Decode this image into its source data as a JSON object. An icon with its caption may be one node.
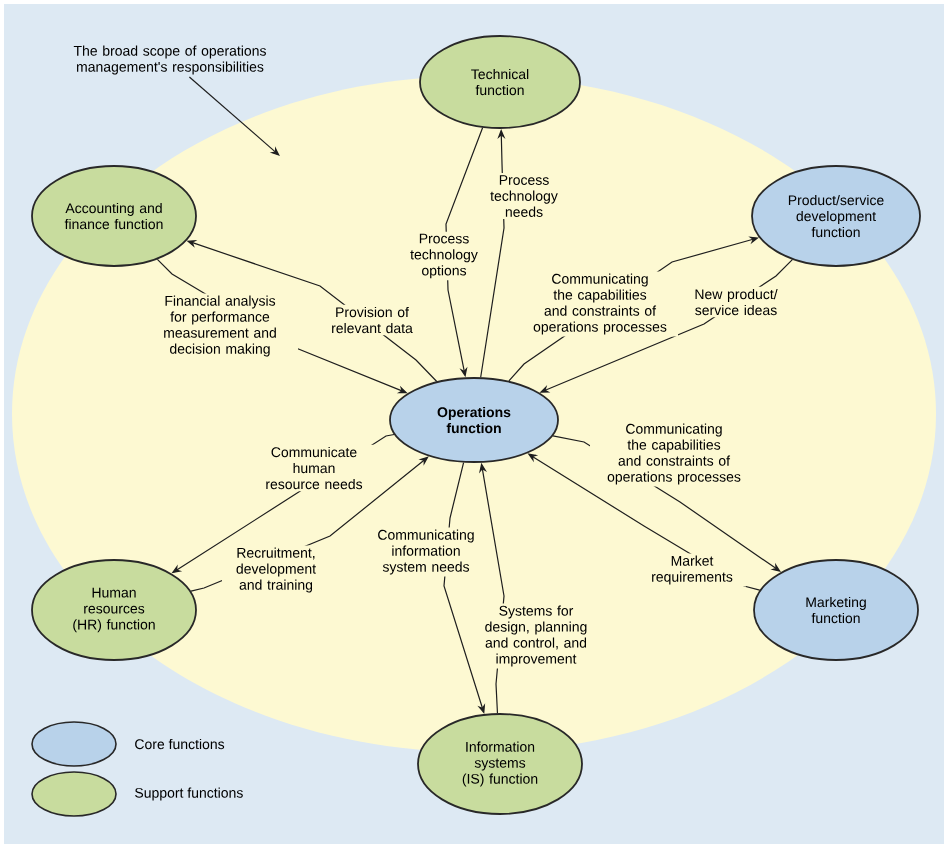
{
  "diagram": {
    "nodes": [
      {
        "text": [
          "The broad scope of operations management's responsibilities"
        ]
      },
      {
        "text": [
          "Technical function"
        ]
      },
      {
        "text": [
          "Accounting and finance function"
        ]
      },
      {
        "text": [
          "Product/service development function"
        ]
      },
      {
        "text": [
          "Operations function"
        ]
      },
      {
        "text": [
          "Human resources (HR) function"
        ]
      },
      {
        "text": [
          "Marketing function"
        ]
      },
      {
        "text": [
          "Information systems (IS) function"
        ]
      }
    ],
    "edges": [
      {
        "from": 4,
        "to": 1,
        "arrow": "to",
        "label": "Process technology needs"
      },
      {
        "from": 1,
        "to": 4,
        "arrow": "to",
        "label": "Process technology options"
      },
      {
        "from": 4,
        "to": 2,
        "arrow": "to",
        "label": "Provision of relevant data"
      },
      {
        "from": 2,
        "to": 4,
        "arrow": "to",
        "label": "Financial analysis for performance measurement and decision making"
      },
      {
        "from": 4,
        "to": 3,
        "arrow": "to",
        "label": "Communicating the capabilities and constraints of operations processes"
      },
      {
        "from": 3,
        "to": 4,
        "arrow": "to",
        "label": "New product/ service ideas"
      },
      {
        "from": 4,
        "to": 6,
        "arrow": "to",
        "label": "Communicating the capabilities and constraints of operations processes"
      },
      {
        "from": 6,
        "to": 4,
        "arrow": "to",
        "label": "Market requirements"
      },
      {
        "from": 4,
        "to": 5,
        "arrow": "to",
        "label": "Communicate human resource needs"
      },
      {
        "from": 5,
        "to": 4,
        "arrow": "to",
        "label": "Recruitment, development and training"
      },
      {
        "from": 4,
        "to": 7,
        "arrow": "to",
        "label": "Communicating information system needs"
      },
      {
        "from": 7,
        "to": 4,
        "arrow": "to",
        "label": "Systems for design, planning and control, and improvement"
      },
      {
        "from": 0,
        "to": null,
        "arrow": "to"
      }
    ],
    "legend": [
      {
        "text": "Core functions",
        "color": "#b8d2ea"
      },
      {
        "text": "Support functions",
        "color": "#c8dc9e"
      }
    ]
  }
}
